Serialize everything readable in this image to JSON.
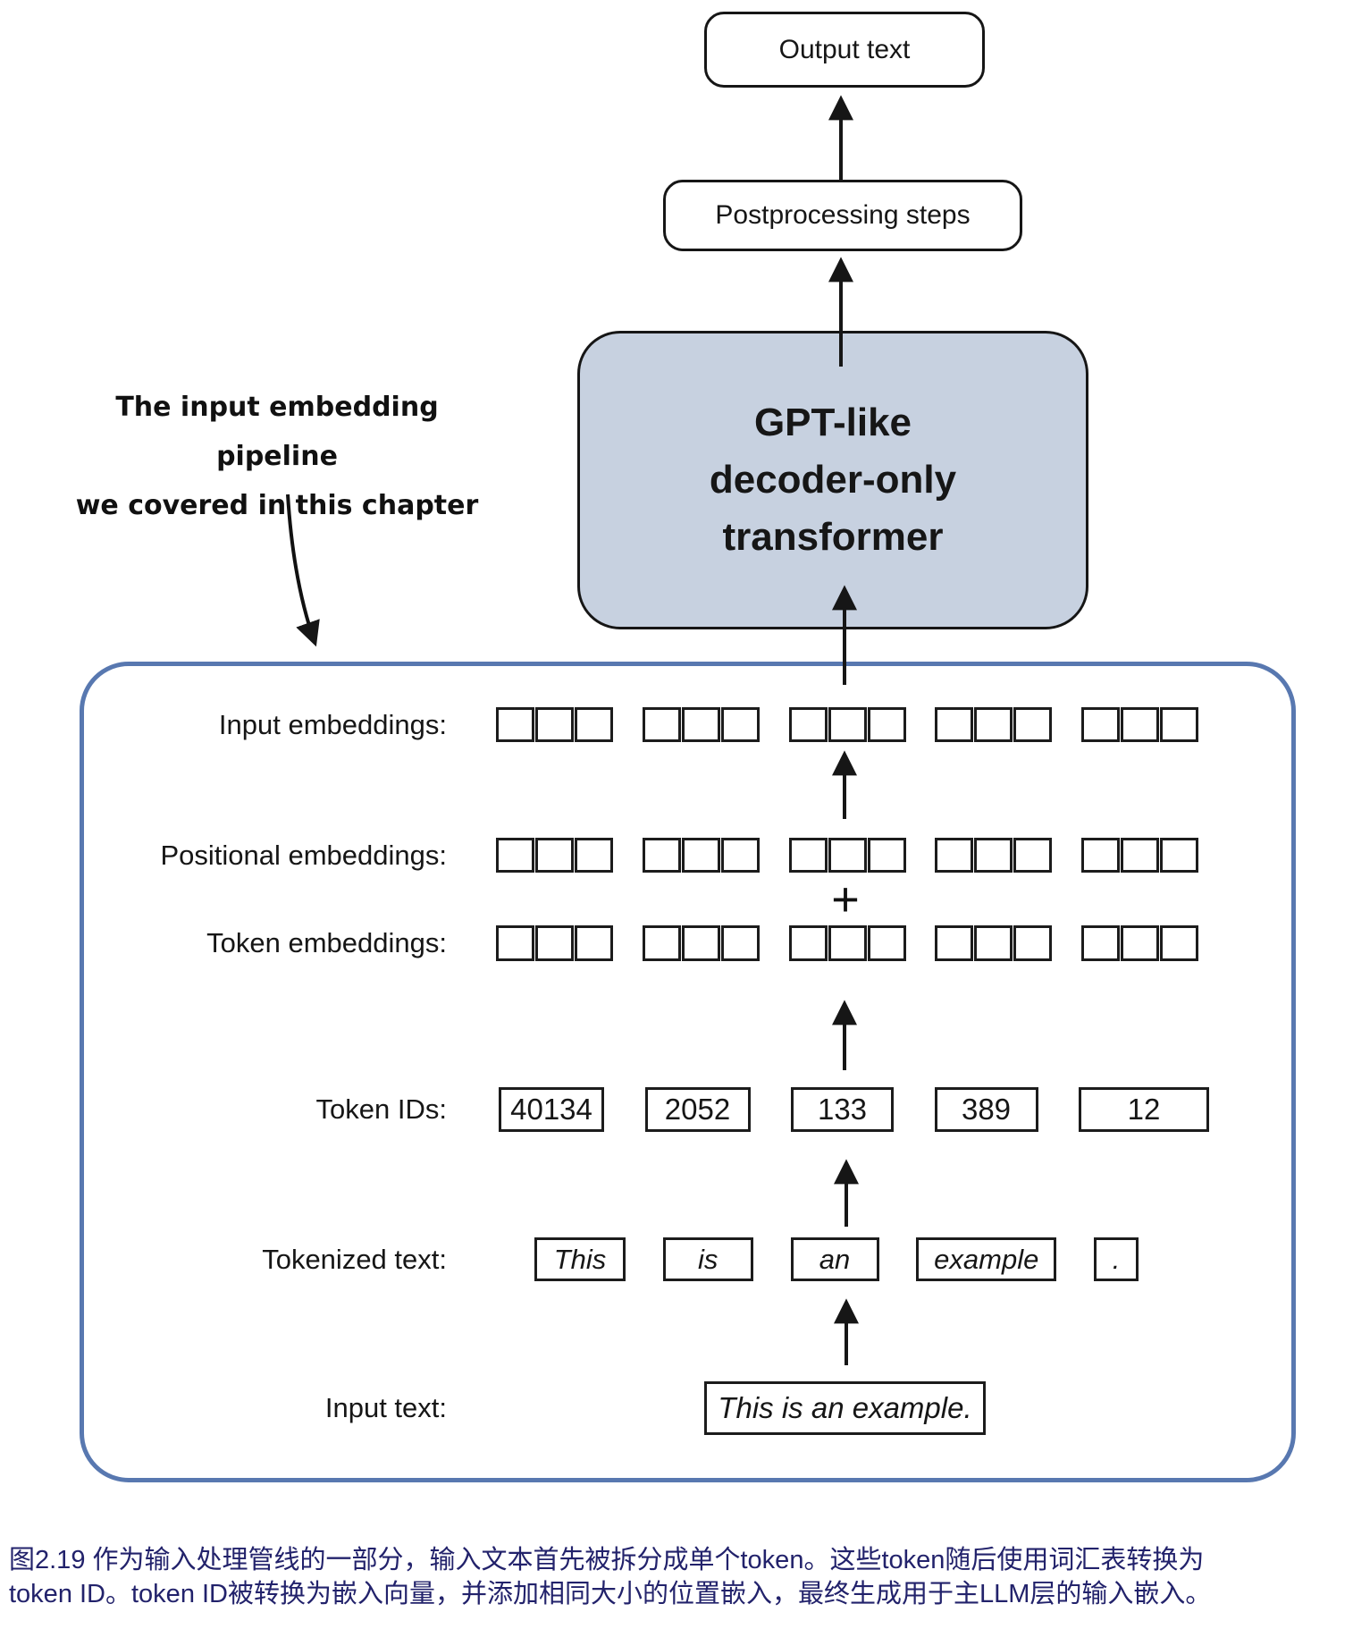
{
  "diagram": {
    "output_box_label": "Output text",
    "postprocessing_box_label": "Postprocessing steps",
    "gpt_box_lines": [
      "GPT-like",
      "decoder-only",
      "transformer"
    ],
    "annotation": {
      "line1": "The input embedding pipeline",
      "line2": "we covered in this chapter"
    },
    "plus_sign": "+",
    "embedding_groups": 5,
    "squares_per_group": 3,
    "rows": {
      "input_embeddings": {
        "label": "Input embeddings:"
      },
      "positional_embeddings": {
        "label": "Positional embeddings:"
      },
      "token_embeddings": {
        "label": "Token embeddings:"
      },
      "token_ids": {
        "label": "Token IDs:",
        "values": [
          "40134",
          "2052",
          "133",
          "389",
          "12"
        ]
      },
      "tokenized_text": {
        "label": "Tokenized text:",
        "tokens": [
          "This",
          "is",
          "an",
          "example",
          "."
        ]
      },
      "input_text": {
        "label": "Input text:",
        "value": "This is an example."
      }
    }
  },
  "caption": {
    "line1": "图2.19 作为输入处理管线的一部分，输入文本首先被拆分成单个token。这些token随后使用词汇表转换为",
    "line2": "token ID。token ID被转换为嵌入向量，并添加相同大小的位置嵌入，最终生成用于主LLM层的输入嵌入。"
  },
  "colors": {
    "gpt_box_fill": "#c7d1e0",
    "container_border": "#5878b0",
    "caption_text": "#22226b",
    "line_color": "#161616"
  }
}
